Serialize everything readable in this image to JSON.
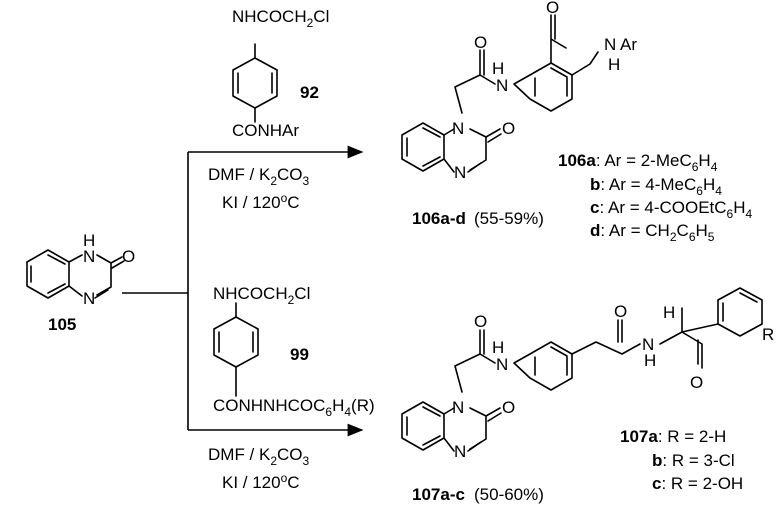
{
  "starting_material": {
    "id": "105",
    "atoms": {
      "nh": "H",
      "n": "N",
      "o": "O"
    }
  },
  "reaction_top": {
    "reagent": {
      "id": "92",
      "top": [
        "NHCOCH",
        "2",
        "Cl"
      ],
      "bottom": "CONHAr"
    },
    "conditions": {
      "line1": [
        "DMF / K",
        "2",
        "CO",
        "3"
      ],
      "line2": [
        "KI / 120",
        "o",
        "C"
      ]
    },
    "product": {
      "id": "106a-d",
      "yield": "(55-59%)",
      "amide_nh": "H",
      "ar": "N Ar"
    },
    "variants": [
      {
        "id": "106a",
        "text": [
          "Ar = 2-MeC",
          "6",
          "H",
          "4"
        ]
      },
      {
        "id": "b",
        "text": [
          "Ar = 4-MeC",
          "6",
          "H",
          "4"
        ]
      },
      {
        "id": "c",
        "text": [
          "Ar = 4-COOEtC",
          "6",
          "H",
          "4"
        ]
      },
      {
        "id": "d",
        "text": [
          "Ar = CH",
          "2",
          "C",
          "6",
          "H",
          "5"
        ]
      }
    ]
  },
  "reaction_bottom": {
    "reagent": {
      "id": "99",
      "top": [
        "NHCOCH",
        "2",
        "Cl"
      ],
      "bottom": [
        "CONHNHCOC",
        "6",
        "H",
        "4",
        "(R)"
      ]
    },
    "conditions": {
      "line1": [
        "DMF / K",
        "2",
        "CO",
        "3"
      ],
      "line2": [
        "KI / 120",
        "o",
        "C"
      ]
    },
    "product": {
      "id": "107a-c",
      "yield": "(50-60%)",
      "r": "R"
    },
    "variants": [
      {
        "id": "107a",
        "text": "R = 2-H"
      },
      {
        "id": "b",
        "text": "R = 3-Cl"
      },
      {
        "id": "c",
        "text": "R = 2-OH"
      }
    ]
  }
}
